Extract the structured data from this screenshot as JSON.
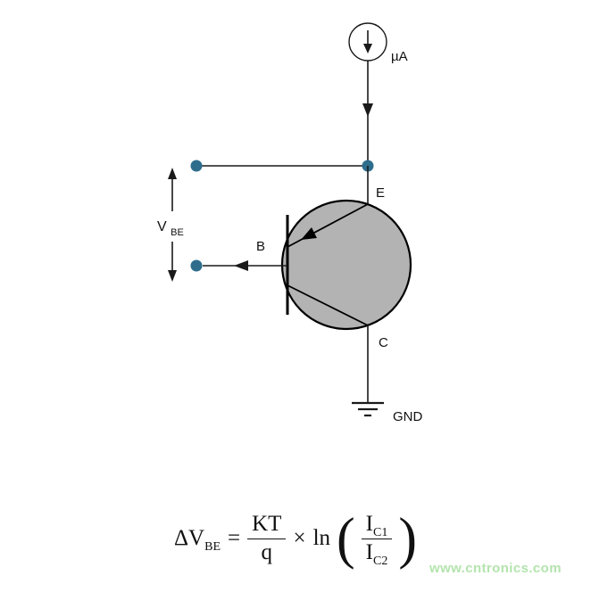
{
  "circuit": {
    "current_source_label": "µA",
    "emitter_label": "E",
    "base_label": "B",
    "collector_label": "C",
    "ground_label": "GND",
    "vbe_label": {
      "main": "V",
      "sub": "BE"
    }
  },
  "formula": {
    "lhs_main": "ΔV",
    "lhs_sub": "BE",
    "equals": "=",
    "frac1_num": "KT",
    "frac1_den": "q",
    "times": "×",
    "log": "ln",
    "open_paren": "(",
    "close_paren": ")",
    "frac2_num_main": "I",
    "frac2_num_sub": "C1",
    "frac2_den_main": "I",
    "frac2_den_sub": "C2"
  },
  "watermark": "www.cntronics.com",
  "colors": {
    "terminal_dot": "#2e6d8c",
    "transistor_fill": "#b3b3b3",
    "wire": "#1a1a1a",
    "watermark_green": "#b4e4ae"
  }
}
